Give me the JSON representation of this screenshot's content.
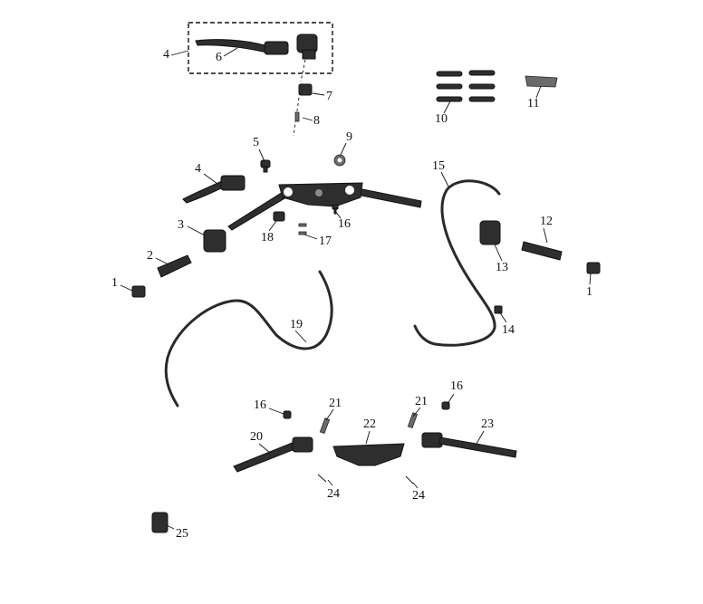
{
  "diagram": {
    "labels": [
      {
        "id": "lbl-4a",
        "text": "4"
      },
      {
        "id": "lbl-6",
        "text": "6"
      },
      {
        "id": "lbl-7",
        "text": "7"
      },
      {
        "id": "lbl-8",
        "text": "8"
      },
      {
        "id": "lbl-10",
        "text": "10"
      },
      {
        "id": "lbl-11",
        "text": "11"
      },
      {
        "id": "lbl-5",
        "text": "5"
      },
      {
        "id": "lbl-9",
        "text": "9"
      },
      {
        "id": "lbl-4b",
        "text": "4"
      },
      {
        "id": "lbl-15",
        "text": "15"
      },
      {
        "id": "lbl-3",
        "text": "3"
      },
      {
        "id": "lbl-18",
        "text": "18"
      },
      {
        "id": "lbl-16a",
        "text": "16"
      },
      {
        "id": "lbl-17",
        "text": "17"
      },
      {
        "id": "lbl-12",
        "text": "12"
      },
      {
        "id": "lbl-2",
        "text": "2"
      },
      {
        "id": "lbl-13",
        "text": "13"
      },
      {
        "id": "lbl-1a",
        "text": "1"
      },
      {
        "id": "lbl-1b",
        "text": "1"
      },
      {
        "id": "lbl-19",
        "text": "19"
      },
      {
        "id": "lbl-14",
        "text": "14"
      },
      {
        "id": "lbl-16b",
        "text": "16"
      },
      {
        "id": "lbl-21a",
        "text": "21"
      },
      {
        "id": "lbl-21b",
        "text": "21"
      },
      {
        "id": "lbl-16c",
        "text": "16"
      },
      {
        "id": "lbl-22",
        "text": "22"
      },
      {
        "id": "lbl-23",
        "text": "23"
      },
      {
        "id": "lbl-20",
        "text": "20"
      },
      {
        "id": "lbl-24a",
        "text": "24"
      },
      {
        "id": "lbl-24b",
        "text": "24"
      },
      {
        "id": "lbl-25",
        "text": "25"
      }
    ]
  }
}
